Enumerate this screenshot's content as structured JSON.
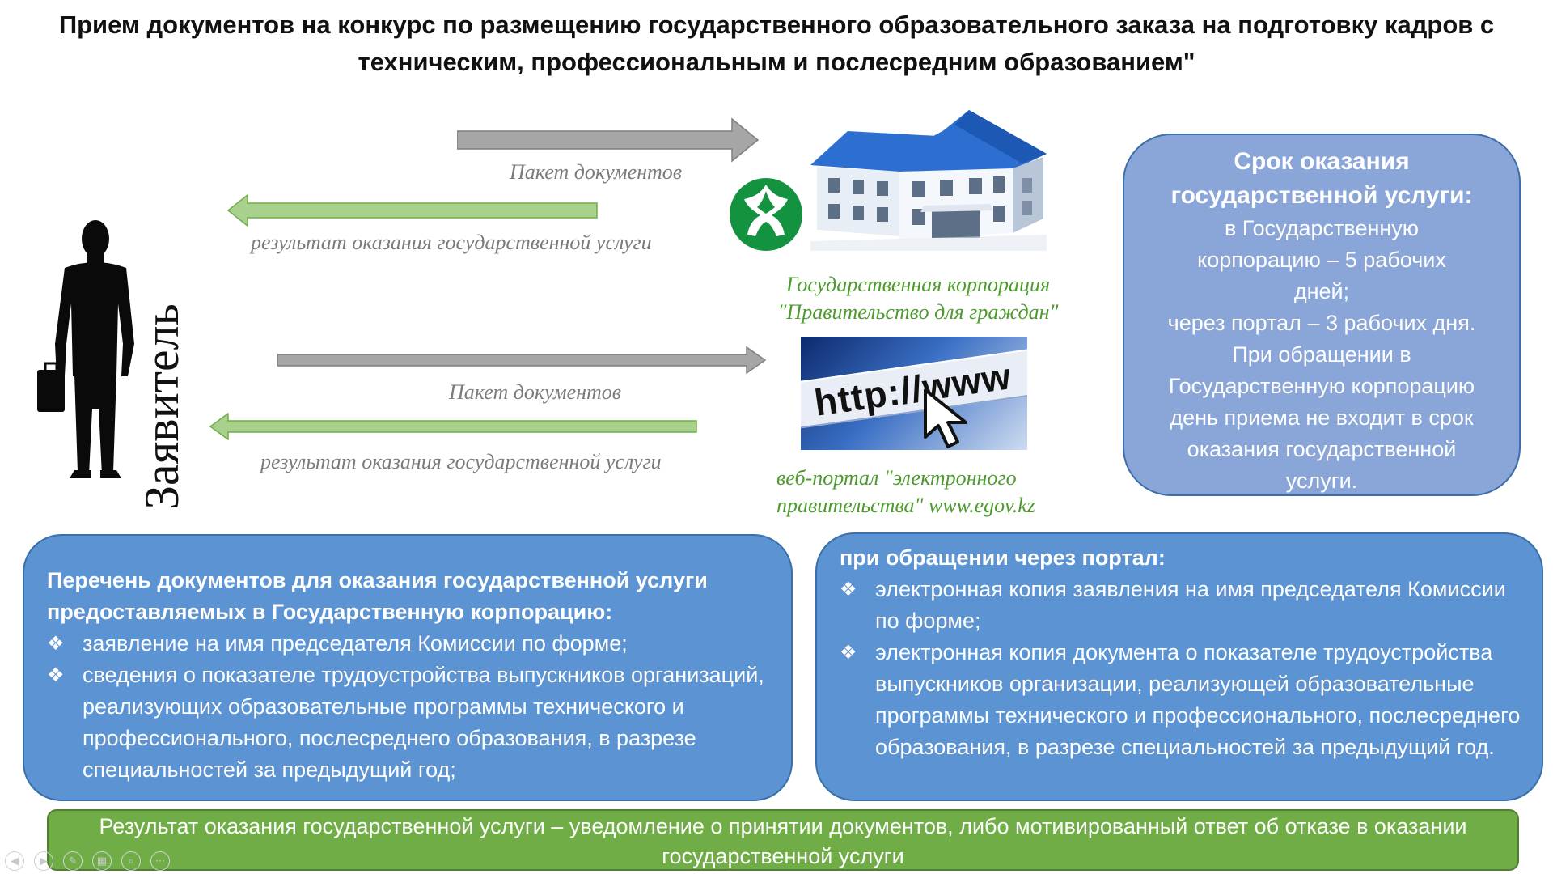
{
  "title": "Прием документов на конкурс по размещению государственного образовательного заказа на подготовку кадров с техническим, профессиональным и послесредним образованием\"",
  "applicant": "Заявитель",
  "flow": {
    "top_send_label": "Пакет документов",
    "top_return_label": "результат оказания государственной услуги",
    "bottom_send_label": "Пакет документов",
    "bottom_return_label": "результат оказания государственной услуги"
  },
  "corporation": {
    "line1": "Государственная корпорация",
    "line2": "\"Правительство для граждан\""
  },
  "portal": {
    "banner_text": "http://www",
    "line1": "веб-портал \"электронного",
    "line2": "правительства\" www.egov.kz"
  },
  "term": {
    "heading_line1": "Срок оказания",
    "heading_line2": "государственной услуги:",
    "lines": [
      "в Государственную",
      "корпорацию – 5 рабочих",
      "дней;",
      "через портал – 3 рабочих дня.",
      "При обращении в",
      "Государственную корпорацию",
      "день приема не входит в срок",
      "оказания государственной",
      "услуги."
    ]
  },
  "docs": {
    "heading": "Перечень документов для оказания государственной услуги предоставляемых в Государственную корпорацию:",
    "items": [
      "заявление на имя председателя Комиссии по форме;",
      "сведения о показателе трудоустройства выпускников организаций, реализующих образовательные программы технического и профессионального, послесреднего образования, в разрезе специальностей за предыдущий год;"
    ]
  },
  "portal_docs": {
    "heading": "при обращении через портал:",
    "items": [
      "электронная копия заявления на имя председателя Комиссии по форме;",
      "электронная копия документа о показателе трудоустройства выпускников организации, реализующей образовательные программы технического и профессионального, послесреднего образования, в разрезе специальностей за предыдущий год."
    ]
  },
  "result": "Результат оказания государственной услуги – уведомление о принятии документов, либо мотивированный ответ об отказе в оказании государственной услуги",
  "bullet": "❖",
  "colors": {
    "arrow_gray": "#a6a6a6",
    "arrow_green": "#a9d18e",
    "box_blue": "#5b93d3",
    "term_blue": "#8aa6d8",
    "result_green": "#70ad47",
    "logo_green": "#13933f"
  }
}
